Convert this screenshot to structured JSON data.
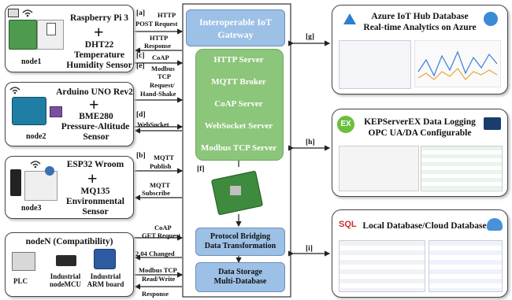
{
  "nodes": [
    {
      "title1": "Raspberry Pi 3",
      "title2": "DHT22",
      "title3": "Temperature",
      "title4": "Humidity Sensor",
      "label": "node1"
    },
    {
      "title1": "Arduino UNO Rev2",
      "title2": "BME280",
      "title3": "Pressure-Altitude",
      "title4": "Sensor",
      "label": "node2"
    },
    {
      "title1": "ESP32 Wroom",
      "title2": "MQ135",
      "title3": "Environmental",
      "title4": "Sensor",
      "label": "node3"
    },
    {
      "title1": "nodeN (Compatibility)",
      "devices": [
        "PLC",
        "Industrial nodeMCU",
        "Industrial ARM board"
      ]
    }
  ],
  "plus_sign": "+",
  "links": {
    "a_tag": "[a]",
    "a_label1": "HTTP",
    "a_label2": "POST Request",
    "http_response1": "HTTP",
    "http_response2": "Response",
    "c_tag": "[c]",
    "c_label": "CoAP",
    "e_tag": "[e]",
    "e_label1": "Modbus",
    "e_label2": "TCP",
    "e_label3": "Request/",
    "e_label4": "Hand-Shake",
    "d_tag": "[d]",
    "d_label": "WebSocket",
    "b_tag": "[b]",
    "b_label1": "MQTT",
    "b_label2": "Publish",
    "mqtt_sub1": "MQTT",
    "mqtt_sub2": "Subscribe",
    "coap_get1": "CoAP",
    "coap_get2": "GET Request",
    "changed": "2.04 Changed",
    "modbus_rw1": "Modbus TCP",
    "modbus_rw2": "Read/Write",
    "response": "Response"
  },
  "gateway": {
    "title1": "Interoperable IoT",
    "title2": "Gateway",
    "servers": [
      "HTTP Server",
      "MQTT Broker",
      "CoAP Server",
      "WebSocket Server",
      "Modbus TCP Server"
    ],
    "f_tag": "[f]",
    "bridging1": "Protocol Bridging",
    "bridging2": "Data Transformation",
    "storage1": "Data Storage",
    "storage2": "Multi-Database"
  },
  "right": [
    {
      "tag": "[g]",
      "title1": "Azure IoT Hub Database",
      "title2": "Real-time Analytics on Azure"
    },
    {
      "tag": "[h]",
      "title1": "KEPServerEX Data Logging",
      "title2": "OPC UA/DA Configurable",
      "logo": "EX"
    },
    {
      "tag": "[i]",
      "title1": "Local Database/Cloud Database",
      "sql": "SQL"
    }
  ],
  "colors": {
    "gateway_blue": "#9dc0e6",
    "server_green": "#8cc67a",
    "arrow": "#222"
  }
}
